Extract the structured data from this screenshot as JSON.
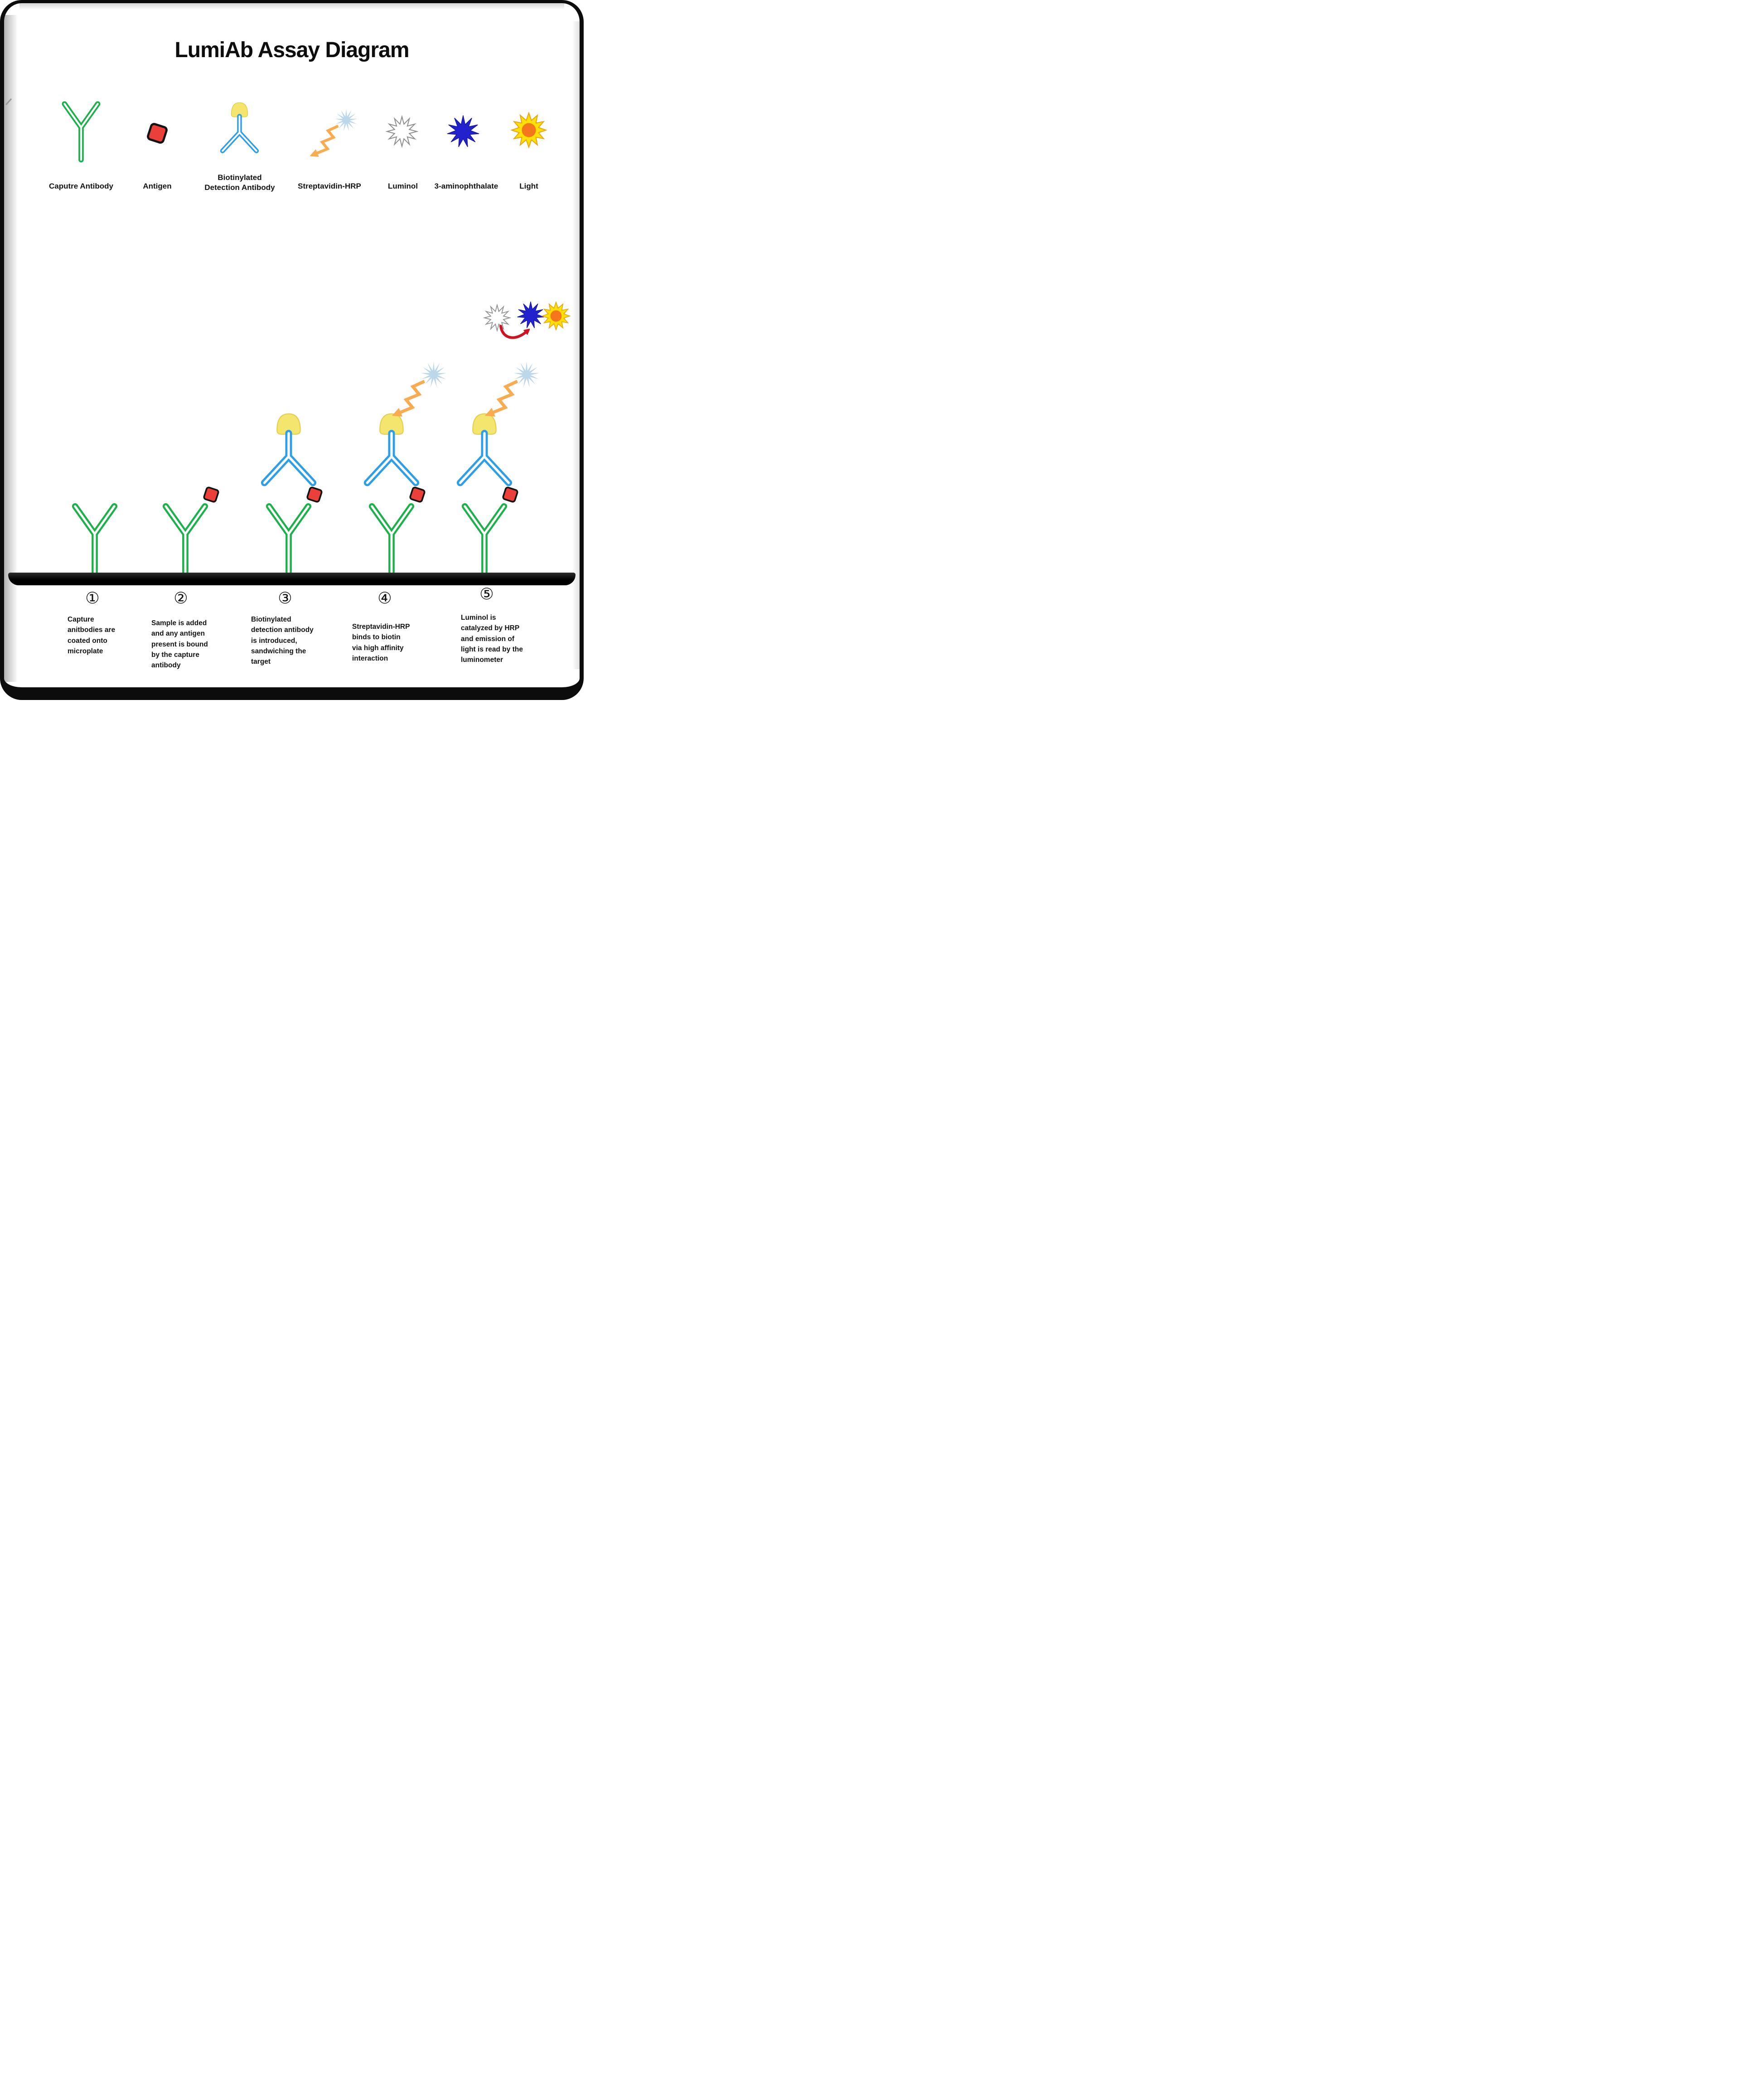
{
  "title": "LumiAb Assay Diagram",
  "legend": {
    "items": [
      {
        "id": "capture-antibody",
        "label": "Caputre Antibody"
      },
      {
        "id": "antigen",
        "label": "Antigen"
      },
      {
        "id": "detection-antibody",
        "label": "Biotinylated\nDetection Antibody"
      },
      {
        "id": "streptavidin-hrp",
        "label": "Streptavidin-HRP"
      },
      {
        "id": "luminol",
        "label": "Luminol"
      },
      {
        "id": "aminophthalate",
        "label": "3-aminophthalate"
      },
      {
        "id": "light",
        "label": "Light"
      }
    ]
  },
  "steps": [
    {
      "number": "①",
      "caption": "Capture\nanitbodies are\ncoated onto\nmicroplate"
    },
    {
      "number": "②",
      "caption": "Sample is added\nand any antigen\npresent is bound\nby the capture\nantibody"
    },
    {
      "number": "③",
      "caption": "Biotinylated\ndetection antibody\nis introduced,\nsandwiching the\ntarget"
    },
    {
      "number": "④",
      "caption": "Streptavidin-HRP\nbinds to biotin\nvia high affinity\ninteraction"
    },
    {
      "number": "⑤",
      "caption": "Luminol is\ncatalyzed by HRP\nand emission of\nlight is read by the\nluminometer"
    }
  ],
  "colors": {
    "capture": "#1db14c",
    "antigen": "#ea4039",
    "antigen_stroke": "#141414",
    "detection": "#2d9fe8",
    "biotin": "#f3e56d",
    "biotin_stroke": "#e4cf4e",
    "zigzag": "#f9ab4f",
    "burst": "#bdd7ea",
    "luminol_fill": "#ffffff",
    "luminol_stroke": "#8f8f8f",
    "aminophthalate": "#2121cd",
    "sun_ray": "#ffe006",
    "sun_ray_stroke": "#eca512",
    "sun_core": "#f4781b",
    "arrow_red": "#cf1220",
    "ink": "#141414"
  }
}
